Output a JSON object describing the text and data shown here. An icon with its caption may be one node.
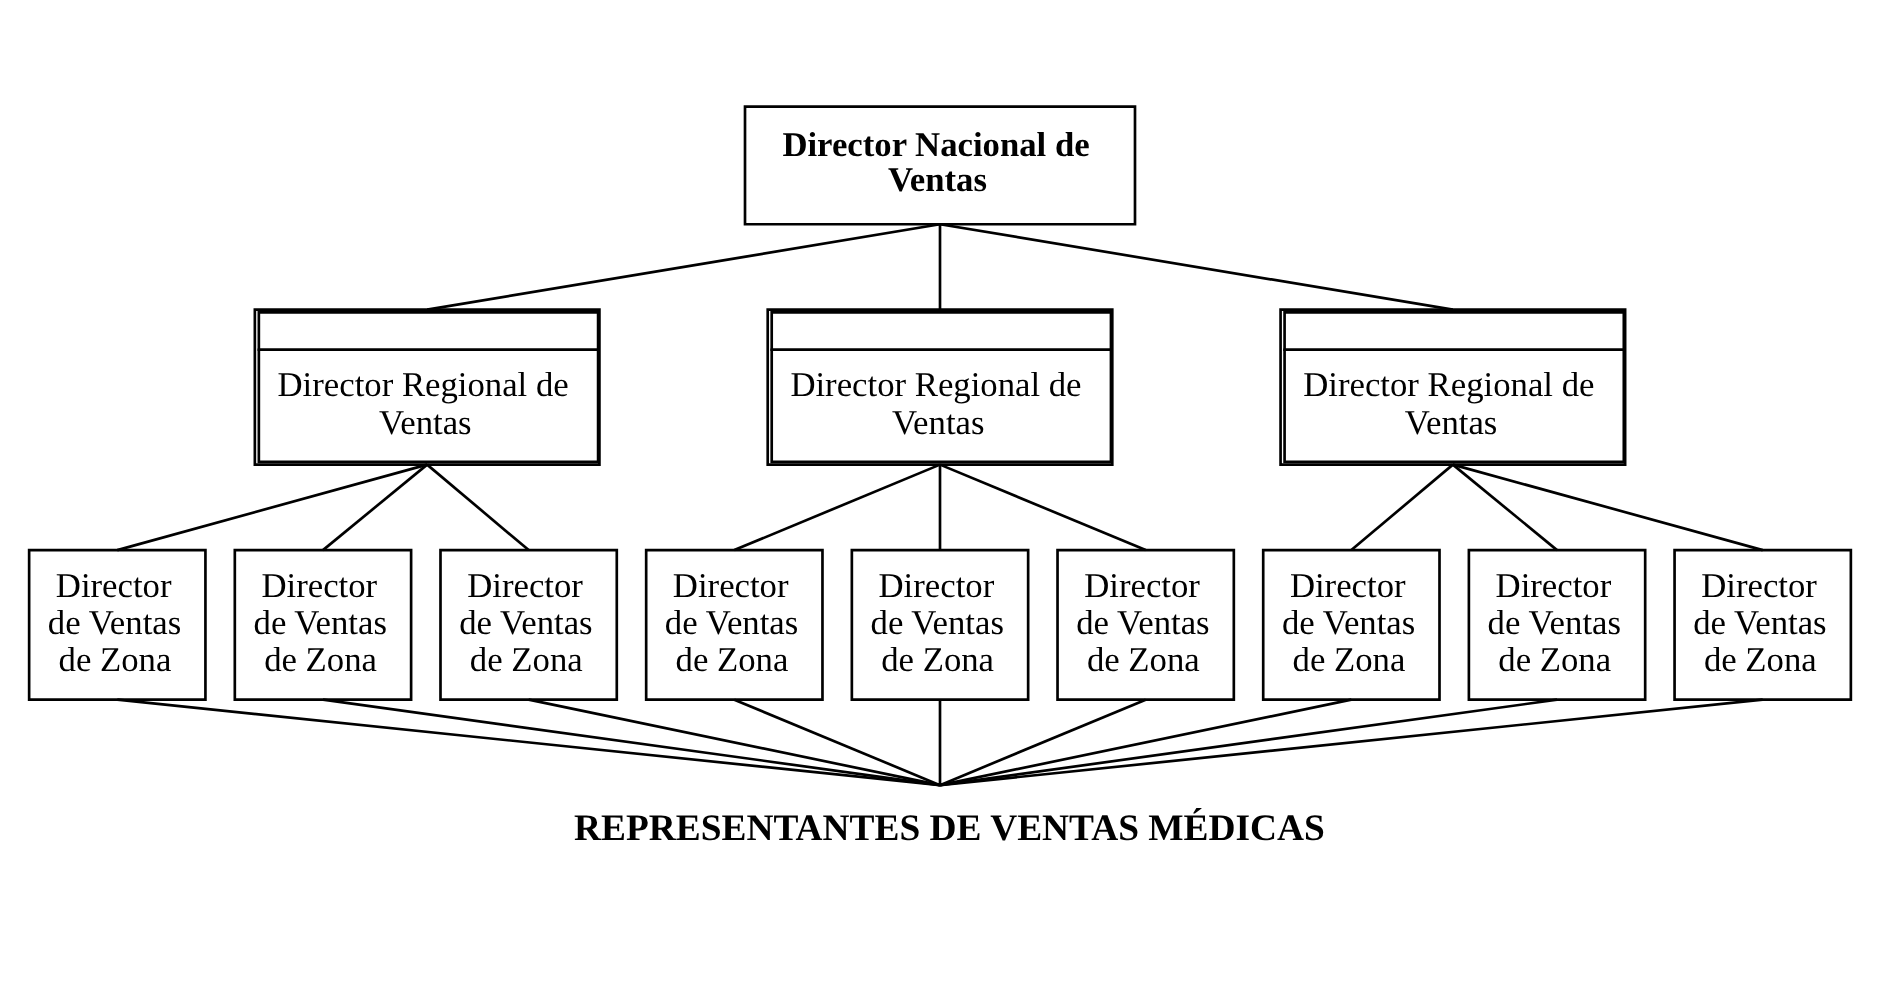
{
  "diagram": {
    "nodes": [
      {
        "text": [
          "Director Nacional de Ventas"
        ]
      },
      {
        "text": [
          "Director Regional de Ventas"
        ]
      },
      {
        "text": [
          "Director Regional de Ventas"
        ]
      },
      {
        "text": [
          "Director Regional de Ventas"
        ]
      },
      {
        "text": [
          "Director de Ventas de Zona"
        ]
      },
      {
        "text": [
          "Director de Ventas de Zona"
        ]
      },
      {
        "text": [
          "Director de Ventas de Zona"
        ]
      },
      {
        "text": [
          "Director de Ventas de Zona"
        ]
      },
      {
        "text": [
          "Director de Ventas de Zona"
        ]
      },
      {
        "text": [
          "Director de Ventas de Zona"
        ]
      },
      {
        "text": [
          "Director de Ventas de Zona"
        ]
      },
      {
        "text": [
          "Director de Ventas de Zona"
        ]
      },
      {
        "text": [
          "Director de Ventas de Zona"
        ]
      },
      {
        "text": [
          "REPRESENTANTES DE VENTAS MÉDICAS"
        ]
      }
    ],
    "edges": [
      {
        "from": 0,
        "to": 1,
        "arrow": "none"
      },
      {
        "from": 0,
        "to": 2,
        "arrow": "none"
      },
      {
        "from": 0,
        "to": 3,
        "arrow": "none"
      },
      {
        "from": 1,
        "to": 4,
        "arrow": "none"
      },
      {
        "from": 1,
        "to": 5,
        "arrow": "none"
      },
      {
        "from": 1,
        "to": 6,
        "arrow": "none"
      },
      {
        "from": 2,
        "to": 7,
        "arrow": "none"
      },
      {
        "from": 2,
        "to": 8,
        "arrow": "none"
      },
      {
        "from": 2,
        "to": 9,
        "arrow": "none"
      },
      {
        "from": 3,
        "to": 10,
        "arrow": "none"
      },
      {
        "from": 3,
        "to": 11,
        "arrow": "none"
      },
      {
        "from": 3,
        "to": 12,
        "arrow": "none"
      },
      {
        "from": 4,
        "to": 13,
        "arrow": "none"
      },
      {
        "from": 5,
        "to": 13,
        "arrow": "none"
      },
      {
        "from": 6,
        "to": 13,
        "arrow": "none"
      },
      {
        "from": 7,
        "to": 13,
        "arrow": "none"
      },
      {
        "from": 8,
        "to": 13,
        "arrow": "none"
      },
      {
        "from": 9,
        "to": 13,
        "arrow": "none"
      },
      {
        "from": 10,
        "to": 13,
        "arrow": "none"
      },
      {
        "from": 11,
        "to": 13,
        "arrow": "none"
      },
      {
        "from": 12,
        "to": 13,
        "arrow": "none"
      }
    ]
  }
}
